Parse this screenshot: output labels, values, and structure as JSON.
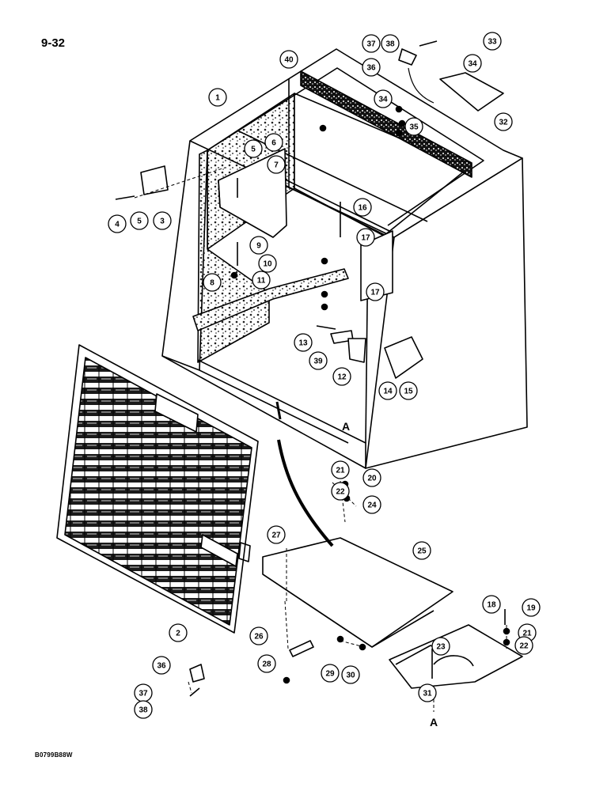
{
  "page_number": "9-32",
  "figure_code": "B0799B88W",
  "view_markers": [
    "A",
    "A"
  ],
  "callouts": [
    "1",
    "2",
    "3",
    "4",
    "5",
    "5",
    "6",
    "7",
    "8",
    "9",
    "10",
    "11",
    "12",
    "13",
    "14",
    "15",
    "16",
    "17",
    "17",
    "18",
    "19",
    "20",
    "21",
    "21",
    "22",
    "22",
    "23",
    "24",
    "25",
    "26",
    "27",
    "28",
    "29",
    "30",
    "31",
    "32",
    "33",
    "34",
    "34",
    "35",
    "36",
    "36",
    "37",
    "37",
    "38",
    "38",
    "39",
    "40"
  ],
  "colors": {
    "ink": "#000000",
    "paper": "#ffffff",
    "shade": "#555555"
  }
}
